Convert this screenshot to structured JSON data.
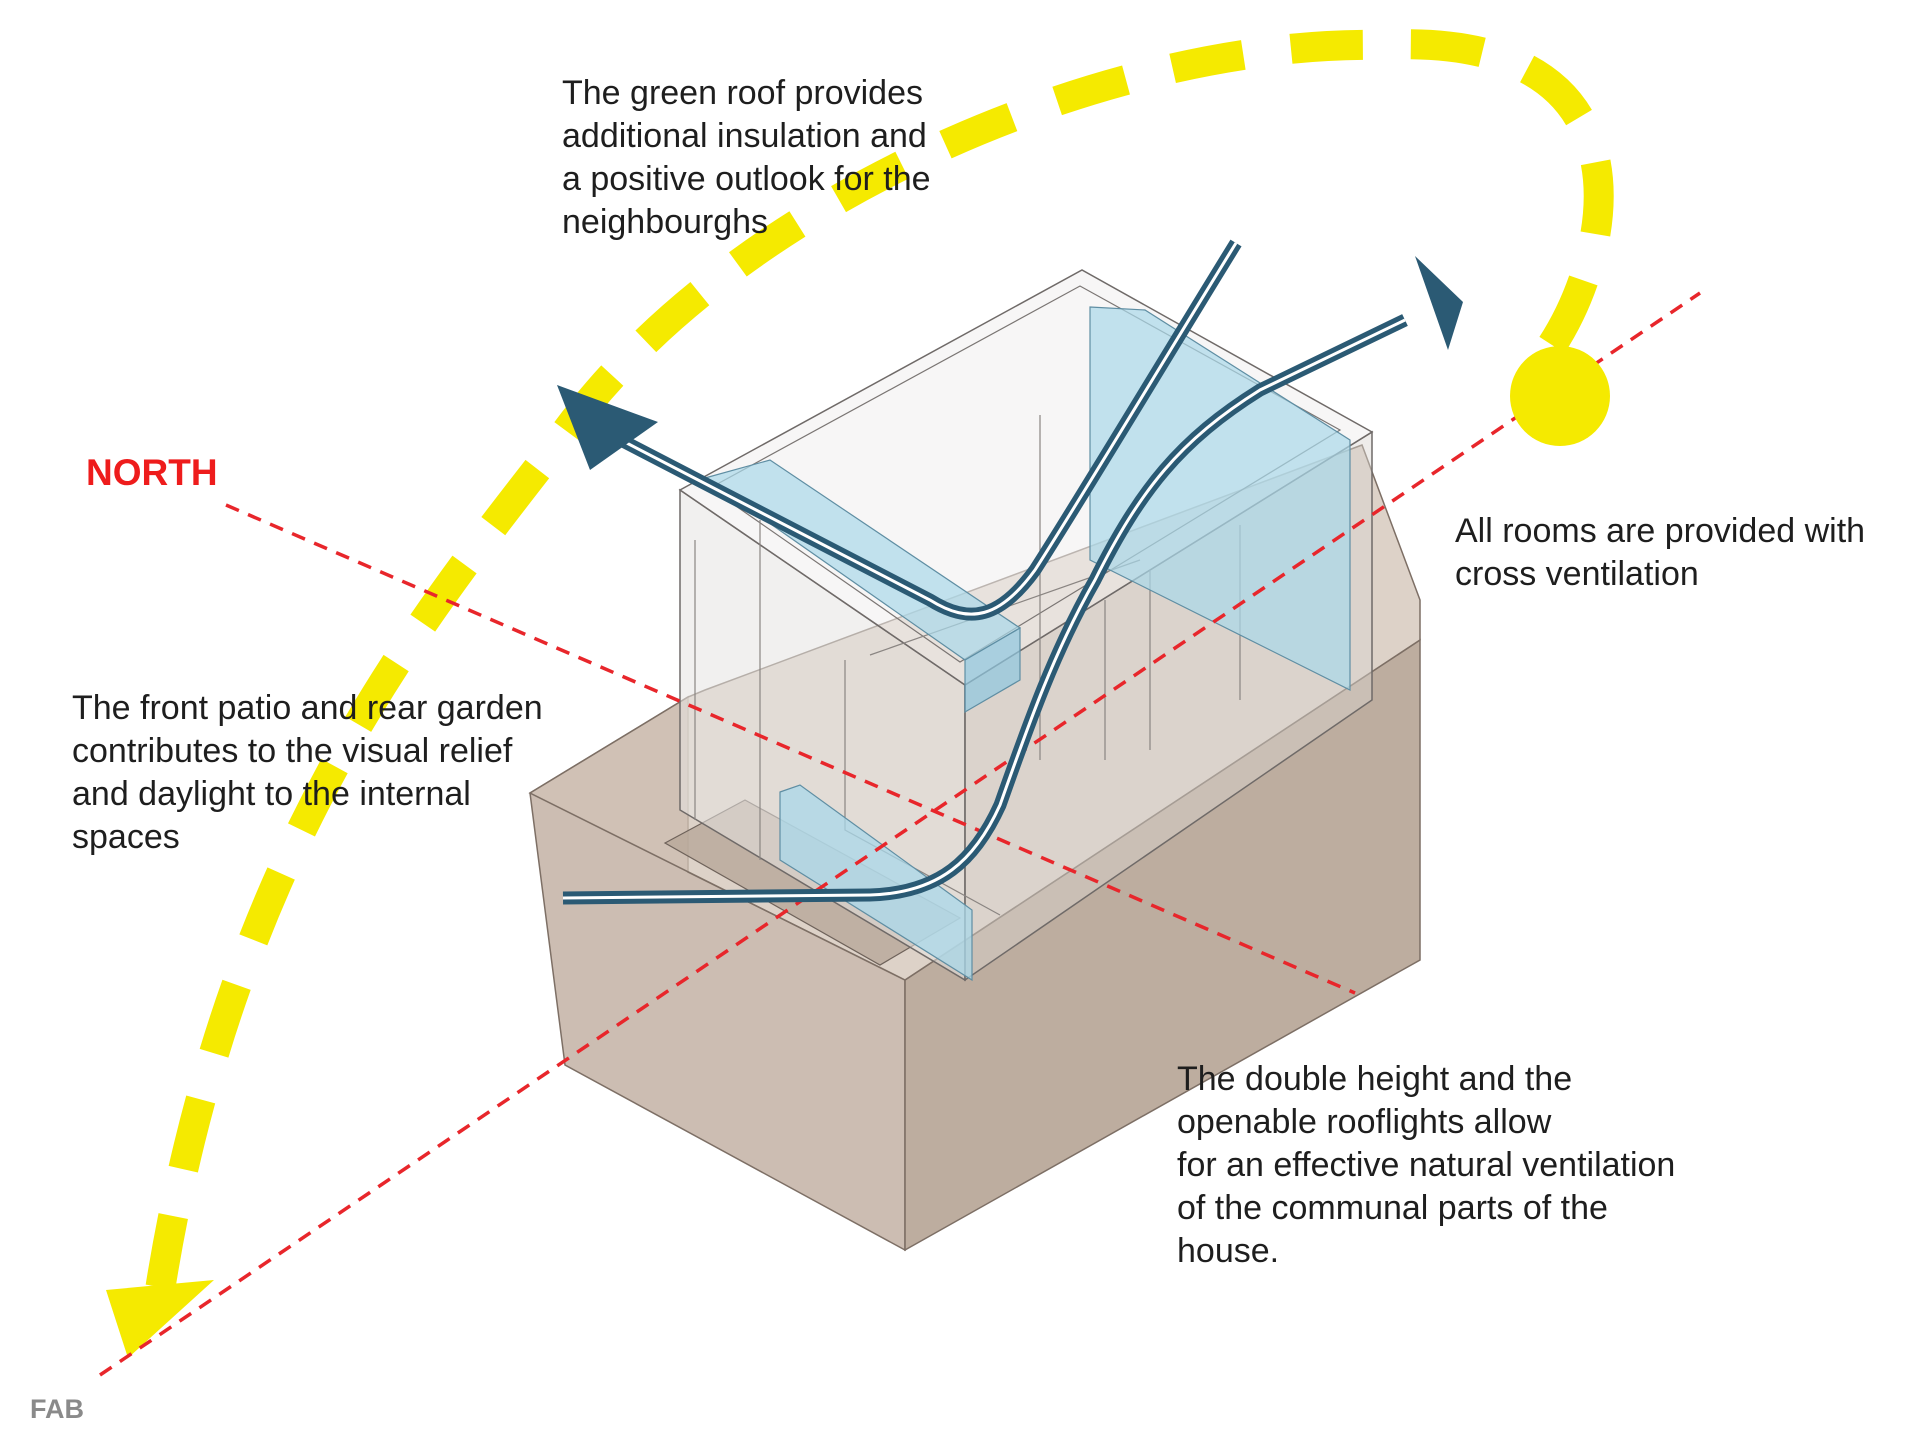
{
  "annotations": {
    "green_roof": "The green roof provides\nadditional insulation and\na positive outlook for the\nneighbourghs",
    "cross_ventilation": "All rooms are provided with\ncross ventilation",
    "patio_garden": "The front patio and rear garden\ncontributes to the visual relief\nand daylight to the internal\nspaces",
    "double_height": "The double height and the\nopenable rooflights allow\nfor an effective natural ventilation\nof the communal parts of the\nhouse."
  },
  "compass": {
    "label": "NORTH"
  },
  "brand": {
    "label": "FAB"
  },
  "colors": {
    "sun_path": "#f5ea00",
    "north_axis": "#e8262b",
    "airflow": "#2b5a74",
    "glazing": "#a9d8ea",
    "building": "#c2b1a2",
    "north_label": "#ee1c1c"
  },
  "icons": [
    "sun-icon",
    "sun-path-arrow-icon",
    "airflow-arrow-icon"
  ]
}
